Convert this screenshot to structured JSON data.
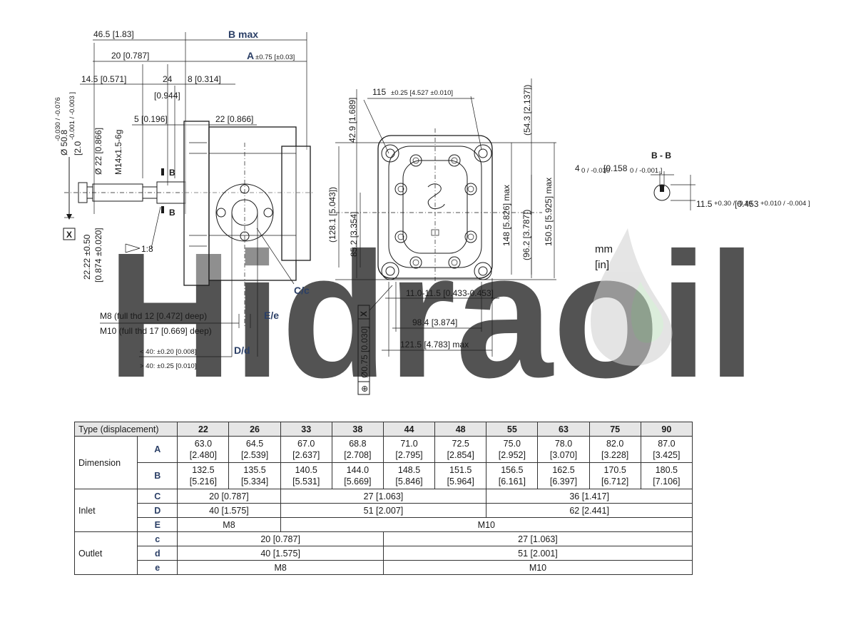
{
  "watermark": "Hidraoil",
  "drawing": {
    "side_view": {
      "d_46_5": "46.5 [1.83]",
      "b_max": "B max",
      "d_20": "20 [0.787]",
      "a_label": "A",
      "a_tol": "±0.75 [±0.03]",
      "d_14_5": "14.5 [0.571]",
      "d_24": "24",
      "d_8": "8 [0.314]",
      "d_0_944": "[0.944]",
      "d_5": "5 [0.196]",
      "d_22": "22 [0.866]",
      "dia_50_8": "Ø 50.8",
      "dia_50_8_tol": "-0.030 / -0.076",
      "dia_2_0": "[2.0",
      "dia_2_0_tol": "-0.001 / -0.003 ]",
      "dia_22": "Ø 22 [0.866]",
      "thread": "M14x1.5-6g",
      "section_b_top": "B",
      "section_b_bottom": "B",
      "datum_x": "X",
      "height_22_22": "22.22 ±0.50",
      "height_0_874": "[0.874 ±0.020]",
      "taper": "1:8",
      "cc_label": "C/c",
      "ee_label": "E/e",
      "dd_label": "D/d",
      "m8_note": "M8 (full thd 12 [0.472] deep)",
      "m10_note": "M10 (full thd 17 [0.669] deep)",
      "tol_lt40": "< 40: ±0.20 [0.008]",
      "tol_gt40": "> 40: ±0.25 [0.010]"
    },
    "front_view": {
      "d_115": "115",
      "d_115_tol": "±0.25 [4.527 ±0.010]",
      "d_42_9": "42.9 [1.689]",
      "d_54_3": "(54.3 [2.137])",
      "d_128_1": "(128.1 [5.043])",
      "d_85_2": "85.2 [3.354]",
      "d_148": "148 [5.826] max",
      "d_96_2": "(96.2 [3.787])",
      "d_150_5": "150.5 [5.925] max",
      "d_11_0": "11.0-11.5 [0.433-0.453]",
      "d_98_4": "98.4 [3.874]",
      "d_121_5": "121.5 [4.783] max",
      "frame_x": "X",
      "frame_tol": "Ø0.75 [0.030]",
      "frame_symbol": "⊕"
    },
    "section_bb": {
      "title": "B - B",
      "key_width": "4",
      "key_width_tol": "0 / -0.030",
      "key_width_in": "[0.158",
      "key_width_in_tol": "0 / -0.001 ]",
      "key_height": "11.5",
      "key_height_tol": "+0.30 / -0.10",
      "key_height_in": "[0.453",
      "key_height_in_tol": "+0.010 / -0.004 ]"
    },
    "units": {
      "mm": "mm",
      "in": "[in]"
    }
  },
  "table": {
    "header_label": "Type (displacement)",
    "types": [
      "22",
      "26",
      "33",
      "38",
      "44",
      "48",
      "55",
      "63",
      "75",
      "90"
    ],
    "dimension": {
      "group": "Dimension",
      "A": {
        "label": "A",
        "values": [
          {
            "mm": "63.0",
            "in": "[2.480]"
          },
          {
            "mm": "64.5",
            "in": "[2.539]"
          },
          {
            "mm": "67.0",
            "in": "[2.637]"
          },
          {
            "mm": "68.8",
            "in": "[2.708]"
          },
          {
            "mm": "71.0",
            "in": "[2.795]"
          },
          {
            "mm": "72.5",
            "in": "[2.854]"
          },
          {
            "mm": "75.0",
            "in": "[2.952]"
          },
          {
            "mm": "78.0",
            "in": "[3.070]"
          },
          {
            "mm": "82.0",
            "in": "[3.228]"
          },
          {
            "mm": "87.0",
            "in": "[3.425]"
          }
        ]
      },
      "B": {
        "label": "B",
        "values": [
          {
            "mm": "132.5",
            "in": "[5.216]"
          },
          {
            "mm": "135.5",
            "in": "[5.334]"
          },
          {
            "mm": "140.5",
            "in": "[5.531]"
          },
          {
            "mm": "144.0",
            "in": "[5.669]"
          },
          {
            "mm": "148.5",
            "in": "[5.846]"
          },
          {
            "mm": "151.5",
            "in": "[5.964]"
          },
          {
            "mm": "156.5",
            "in": "[6.161]"
          },
          {
            "mm": "162.5",
            "in": "[6.397]"
          },
          {
            "mm": "170.5",
            "in": "[6.712]"
          },
          {
            "mm": "180.5",
            "in": "[7.106]"
          }
        ]
      }
    },
    "inlet": {
      "group": "Inlet",
      "C": {
        "label": "C",
        "values": [
          "20 [0.787]",
          "27 [1.063]",
          "36 [1.417]"
        ]
      },
      "D": {
        "label": "D",
        "values": [
          "40 [1.575]",
          "51 [2.007]",
          "62 [2.441]"
        ]
      },
      "E": {
        "label": "E",
        "values": [
          "M8",
          "M10"
        ]
      }
    },
    "outlet": {
      "group": "Outlet",
      "c": {
        "label": "c",
        "values": [
          "20 [0.787]",
          "27 [1.063]"
        ]
      },
      "d": {
        "label": "d",
        "values": [
          "40 [1.575]",
          "51 [2.001]"
        ]
      },
      "e": {
        "label": "e",
        "values": [
          "M8",
          "M10"
        ]
      }
    }
  }
}
